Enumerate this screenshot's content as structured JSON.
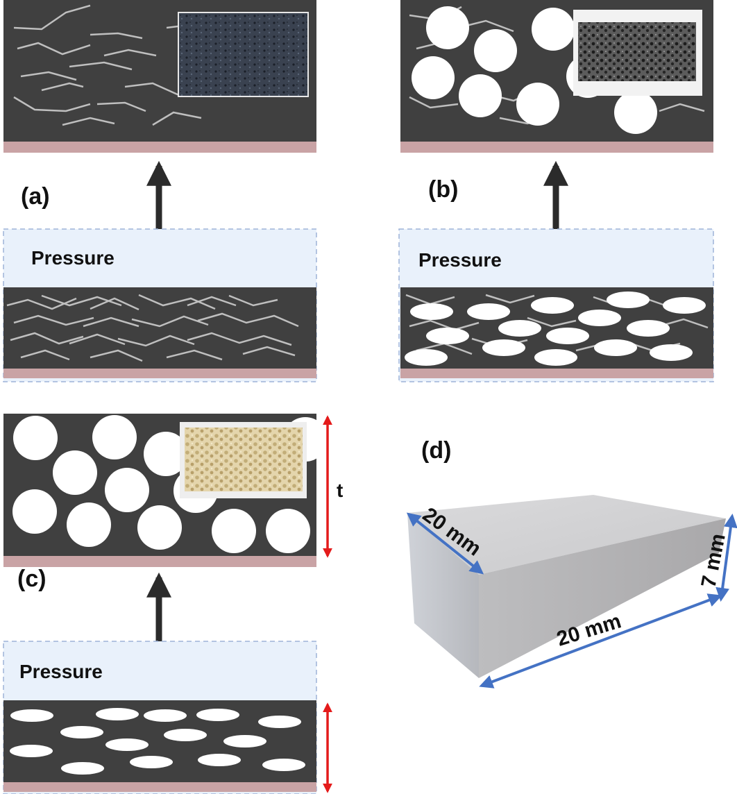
{
  "panels": {
    "a": {
      "label": "(a)",
      "pressure_label": "Pressure"
    },
    "b": {
      "label": "(b)",
      "pressure_label": "Pressure"
    },
    "c": {
      "label": "(c)",
      "pressure_label": "Pressure",
      "thickness_label": "t"
    },
    "d": {
      "label": "(d)"
    }
  },
  "dimensions": {
    "depth": "20 mm",
    "width": "20 mm",
    "height": "7 mm"
  },
  "colors": {
    "matrix": "#404040",
    "substrate": "#c9a3a5",
    "pressure_box": "#e9f1fb",
    "pressure_border": "#9db3d8",
    "fiber": "#bfbfbf",
    "dimension_arrow": "#4472c4",
    "thickness_arrow": "#e41b1b",
    "press_arrow": "#2b2b2b"
  }
}
